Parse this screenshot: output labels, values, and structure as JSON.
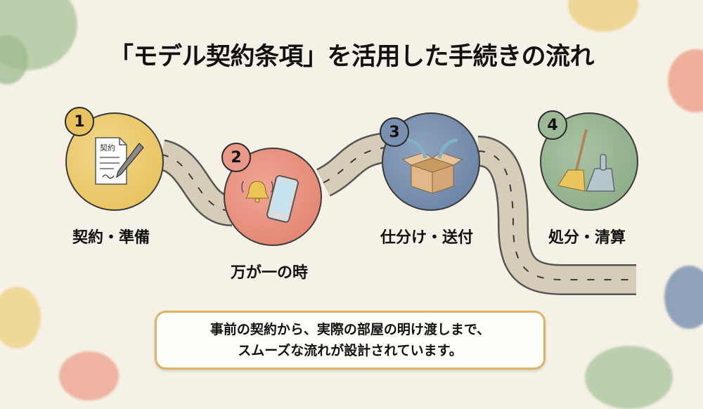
{
  "title": "「モデル契約条項」を活用した手続きの流れ",
  "steps": [
    {
      "number": "1",
      "label": "契約・準備",
      "icon": "contract-pen-icon",
      "icon_text": "契約",
      "color": "#e8c25e"
    },
    {
      "number": "2",
      "label": "万が一の時",
      "icon": "bell-phone-icon",
      "color": "#e58a78"
    },
    {
      "number": "3",
      "label": "仕分け・送付",
      "icon": "box-arrows-icon",
      "color": "#6f86a8"
    },
    {
      "number": "4",
      "label": "処分・清算",
      "icon": "broom-dustpan-icon",
      "color": "#8fae8a"
    }
  ],
  "note": {
    "line1": "事前の契約から、実際の部屋の明け渡しまで、",
    "line2": "スムーズな流れが設計されています。"
  },
  "colors": {
    "background": "#f6f1e6",
    "road": "#d6cdb8",
    "note_border": "#d9b56a"
  }
}
